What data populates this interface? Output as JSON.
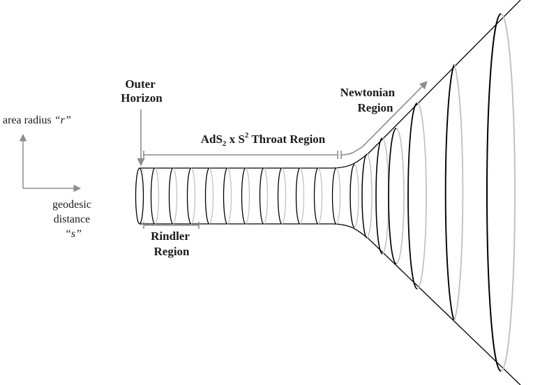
{
  "labels": {
    "outer_horizon_line1": "Outer",
    "outer_horizon_line2": "Horizon",
    "newtonian_line1": "Newtonian",
    "newtonian_line2": "Region",
    "throat_prefix": "AdS",
    "throat_sub": "2",
    "throat_mid": " x S",
    "throat_sup": "2",
    "throat_suffix": " Throat Region",
    "rindler_line1": "Rindler",
    "rindler_line2": "Region"
  },
  "axes": {
    "y_label_text": "area radius ",
    "y_label_var": "“r”",
    "x_label_line1": "geodesic",
    "x_label_line2": "distance",
    "x_label_var": "“s”"
  },
  "colors": {
    "line": "#000000",
    "gray": "#8c8c8c",
    "light_ring": "#c2c2c2"
  }
}
